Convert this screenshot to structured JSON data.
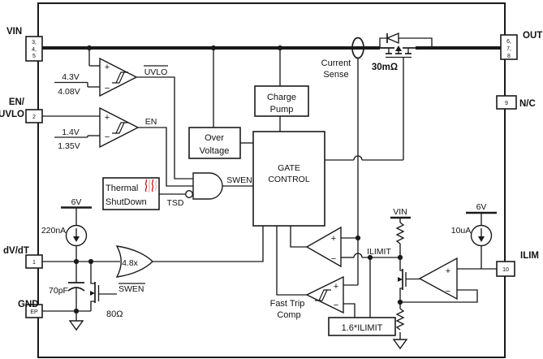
{
  "colors": {
    "heat": "#cc2222",
    "heat_light": "#f0b4b4"
  },
  "pins": {
    "vin": {
      "label": "VIN",
      "n1": "3,",
      "n2": "4,",
      "n3": "5"
    },
    "en_uvlo": {
      "label1": "EN/",
      "label2": "UVLO",
      "num": "2"
    },
    "dvdt": {
      "label": "dV/dT",
      "num": "1"
    },
    "gnd": {
      "label": "GND",
      "num": "EP"
    },
    "out": {
      "label": "OUT",
      "n1": "6,",
      "n2": "7,",
      "n3": "8"
    },
    "nc": {
      "label": "N/C",
      "num": "9"
    },
    "ilim": {
      "label": "ILIM",
      "num": "10"
    }
  },
  "blocks": {
    "charge_pump": {
      "l1": "Charge",
      "l2": "Pump"
    },
    "over_voltage": {
      "l1": "Over",
      "l2": "Voltage"
    },
    "gate_control": {
      "l1": "GATE",
      "l2": "CONTROL"
    },
    "thermal_shutdown": {
      "l1": "Thermal",
      "l2": "ShutDown"
    },
    "ilimit_ref": {
      "label": "1.6*ILIMIT"
    }
  },
  "comparators": {
    "uvlo": {
      "vth_rise": "4.3V",
      "vth_fall": "4.08V",
      "out": "UVLO"
    },
    "en": {
      "vth_rise": "1.4V",
      "vth_fall": "1.35V",
      "out": "EN"
    },
    "fast_trip": {
      "l1": "Fast Trip",
      "l2": "Comp"
    }
  },
  "labels": {
    "swen": "SWEN",
    "swen_bar": "SWEN",
    "tsd": "TSD",
    "current_sense_l1": "Current",
    "current_sense_l2": "Sense",
    "ilimit": "ILIMIT",
    "vin_rail": "VIN",
    "rail_6v_left": "6V",
    "rail_6v_right": "6V",
    "i_source_left": "220nA",
    "i_source_right": "10uA",
    "cap": "70pF",
    "resistor": "80Ω",
    "gain": "4.8x",
    "fet_ron": "30mΩ",
    "plus": "+",
    "minus": "−"
  }
}
